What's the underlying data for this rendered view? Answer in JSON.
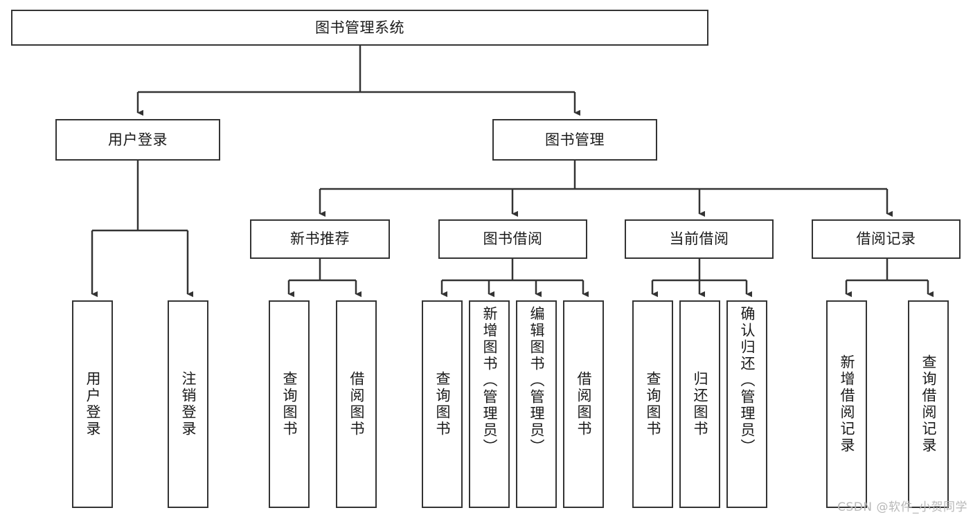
{
  "diagram": {
    "type": "tree-hierarchy-chart",
    "root": {
      "label": "图书管理系统"
    },
    "level2": [
      {
        "label": "用户登录"
      },
      {
        "label": "图书管理"
      }
    ],
    "level3": [
      {
        "label": "新书推荐"
      },
      {
        "label": "图书借阅"
      },
      {
        "label": "当前借阅"
      },
      {
        "label": "借阅记录"
      }
    ],
    "leaves": {
      "user_login": [
        {
          "label": "用户登录"
        },
        {
          "label": "注销登录"
        }
      ],
      "new_book_recommend": [
        {
          "label": "查询图书"
        },
        {
          "label": "借阅图书"
        }
      ],
      "book_borrow": [
        {
          "label": "查询图书"
        },
        {
          "label": "新增图书（管理员）"
        },
        {
          "label": "编辑图书（管理员）"
        },
        {
          "label": "借阅图书"
        }
      ],
      "current_borrow": [
        {
          "label": "查询图书"
        },
        {
          "label": "归还图书"
        },
        {
          "label": "确认归还（管理员）"
        }
      ],
      "borrow_record": [
        {
          "label": "新增借阅记录"
        },
        {
          "label": "查询借阅记录"
        }
      ]
    }
  },
  "watermark": {
    "text": "CSDN @软件_小贺同学"
  },
  "colors": {
    "border": "#333333",
    "text": "#1a1a1a",
    "background": "#ffffff",
    "connector": "#333333",
    "watermark": "#b8b8b8"
  }
}
